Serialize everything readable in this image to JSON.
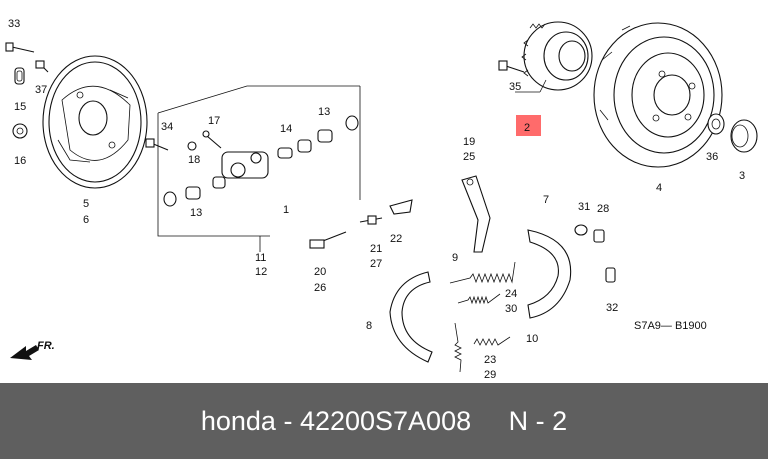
{
  "labels": {
    "p33": "33",
    "p37": "37",
    "p15": "15",
    "p16": "16",
    "p5": "5",
    "p6": "6",
    "p34": "34",
    "p17": "17",
    "p18": "18",
    "p14": "14",
    "p13a": "13",
    "p13b": "13",
    "p1": "1",
    "p11": "11",
    "p12": "12",
    "p19": "19",
    "p25": "25",
    "p20": "20",
    "p26": "26",
    "p21": "21",
    "p27": "27",
    "p22": "22",
    "p9": "9",
    "p7": "7",
    "p31": "31",
    "p28": "28",
    "p24": "24",
    "p30": "30",
    "p8": "8",
    "p10": "10",
    "p23": "23",
    "p29": "29",
    "p32": "32",
    "p35": "35",
    "p2": "2",
    "p36": "36",
    "p4": "4",
    "p3": "3"
  },
  "fr_label": "FR.",
  "diagram_code": "S7A9— B1900",
  "highlight_color": "#ff6b6b",
  "footer": {
    "brand": "honda",
    "separator": " - ",
    "part_number": "42200S7A008",
    "gap": "     ",
    "position": "N - 2"
  }
}
